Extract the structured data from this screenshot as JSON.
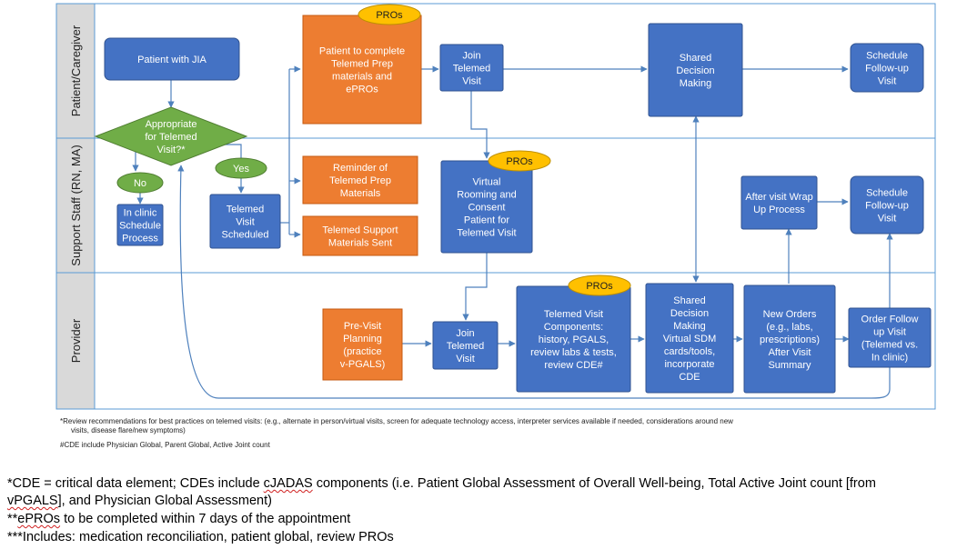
{
  "lanes": [
    {
      "id": "patient",
      "label": "Patient/Caregiver"
    },
    {
      "id": "staff",
      "label": "Support Staff (RN, MA)"
    },
    {
      "id": "provider",
      "label": "Provider"
    }
  ],
  "badges": {
    "pros": "PROs"
  },
  "nodes": {
    "patient_jia": {
      "lines": [
        "Patient with JIA"
      ]
    },
    "appropriate": {
      "lines": [
        "Appropriate",
        "for Telemed",
        "Visit?*"
      ]
    },
    "no": {
      "lines": [
        "No"
      ]
    },
    "yes": {
      "lines": [
        "Yes"
      ]
    },
    "in_clinic": {
      "lines": [
        "In clinic",
        "Schedule",
        "Process"
      ]
    },
    "telemed_scheduled": {
      "lines": [
        "Telemed",
        "Visit",
        "Scheduled"
      ]
    },
    "prep_materials": {
      "lines": [
        "Patient to complete",
        "Telemed Prep",
        "materials and",
        "ePROs"
      ]
    },
    "reminder": {
      "lines": [
        "Reminder of",
        "Telemed Prep",
        "Materials"
      ]
    },
    "support_sent": {
      "lines": [
        "Telemed Support",
        "Materials Sent"
      ]
    },
    "join_patient": {
      "lines": [
        "Join",
        "Telemed",
        "Visit"
      ]
    },
    "virtual_rooming": {
      "lines": [
        "Virtual",
        "Rooming and",
        "Consent",
        "Patient for",
        "Telemed Visit"
      ]
    },
    "shared_patient": {
      "lines": [
        "Shared",
        "Decision",
        "Making"
      ]
    },
    "followup_patient": {
      "lines": [
        "Schedule",
        "Follow-up",
        "Visit"
      ]
    },
    "wrap_up": {
      "lines": [
        "After visit Wrap",
        "Up Process"
      ]
    },
    "followup_staff": {
      "lines": [
        "Schedule",
        "Follow-up",
        "Visit"
      ]
    },
    "previsit": {
      "lines": [
        "Pre-Visit",
        "Planning",
        "(practice",
        "v-PGALS)"
      ]
    },
    "join_provider": {
      "lines": [
        "Join",
        "Telemed",
        "Visit"
      ]
    },
    "components": {
      "lines": [
        "Telemed Visit",
        "Components:",
        "history, PGALS,",
        "review labs & tests,",
        "review CDE#"
      ]
    },
    "shared_provider": {
      "lines": [
        "Shared",
        "Decision",
        "Making",
        "Virtual SDM",
        "cards/tools,",
        "incorporate",
        "CDE"
      ]
    },
    "new_orders": {
      "lines": [
        "New Orders",
        "(e.g., labs,",
        "prescriptions)",
        "After Visit",
        "Summary"
      ]
    },
    "order_followup": {
      "lines": [
        "Order Follow",
        "up Visit",
        "(Telemed vs.",
        "In clinic)"
      ]
    }
  },
  "footnotes": {
    "review_line1": "*Review  recommendations for best practices on telemed visits: (e.g.,  alternate in person/virtual visits, screen for adequate technology access, interpreter services available if needed,  considerations around new",
    "review_line2": "visits, disease flare/new symptoms)",
    "cde_small": "#CDE include Physician Global, Parent Global, Active Joint count"
  },
  "notes": {
    "cde_prefix": "*CDE = critical data element; CDEs include ",
    "cde_term": "cJADAS",
    "cde_mid": " components (i.e. Patient Global Assessment of Overall Well-being, Total Active Joint count [from",
    "cde_term2": "vPGALS",
    "cde_suffix": "], and Physician Global Assessment)",
    "epros_prefix": "**",
    "epros_term": "ePROs",
    "epros_suffix": " to be completed within 7 days of the appointment",
    "includes": "***Includes: medication reconciliation, patient global, review PROs"
  },
  "colors": {
    "blue": "#4472c4",
    "blue_border": "#2f528f",
    "orange": "#ed7d31",
    "orange_border": "#c55a11",
    "green": "#70ad47",
    "green_border": "#507e32",
    "badge": "#ffc000",
    "lane_header": "#d9d9d9",
    "line": "#5b9bd5"
  }
}
